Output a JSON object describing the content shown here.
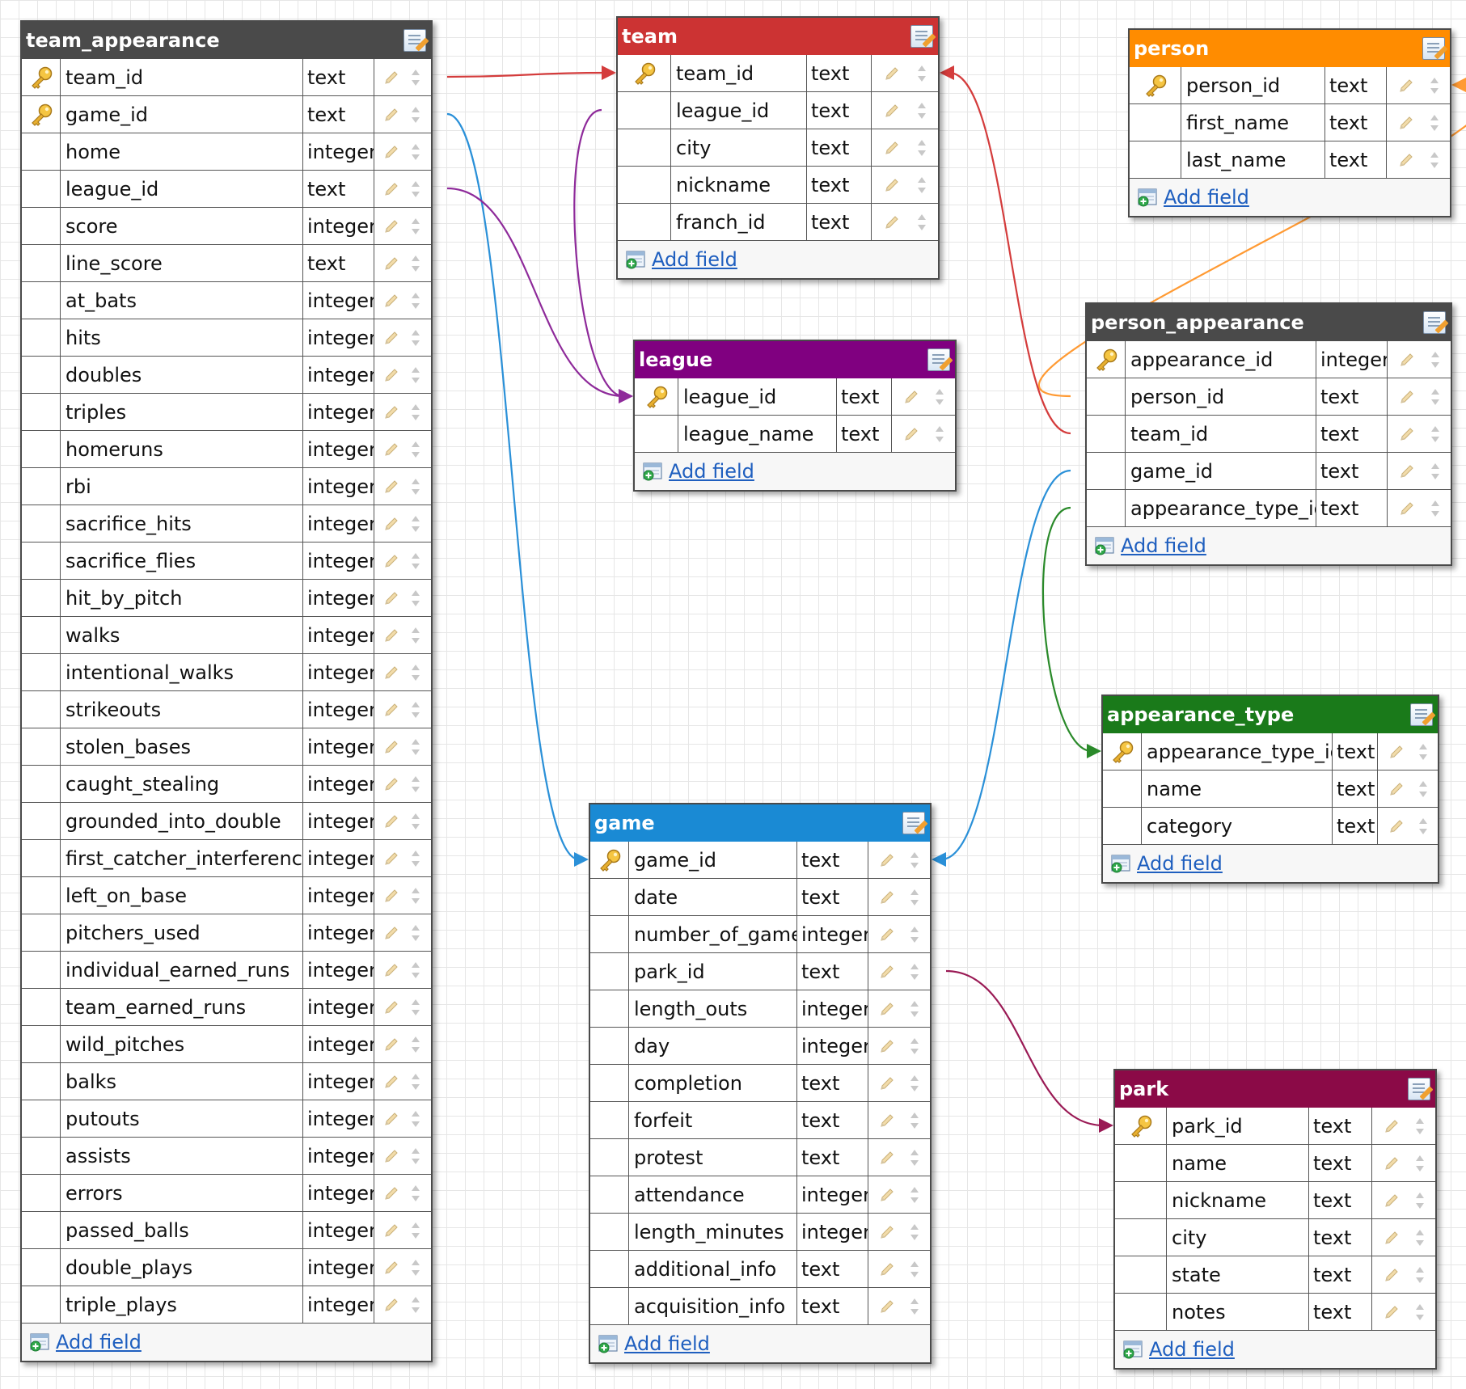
{
  "add_field_label": "Add field",
  "icons": {
    "table_edit": "edit-table-icon",
    "primary_key": "primary-key-icon",
    "field_edit": "pencil-icon",
    "field_order": "reorder-arrows-icon",
    "add_field": "add-field-icon"
  },
  "tables": [
    {
      "id": "team_appearance",
      "title": "team_appearance",
      "color": "#4a4a4a",
      "fields": [
        {
          "name": "team_id",
          "type": "text",
          "pk": true
        },
        {
          "name": "game_id",
          "type": "text",
          "pk": true
        },
        {
          "name": "home",
          "type": "integer"
        },
        {
          "name": "league_id",
          "type": "text"
        },
        {
          "name": "score",
          "type": "integer"
        },
        {
          "name": "line_score",
          "type": "text"
        },
        {
          "name": "at_bats",
          "type": "integer"
        },
        {
          "name": "hits",
          "type": "integer"
        },
        {
          "name": "doubles",
          "type": "integer"
        },
        {
          "name": "triples",
          "type": "integer"
        },
        {
          "name": "homeruns",
          "type": "integer"
        },
        {
          "name": "rbi",
          "type": "integer"
        },
        {
          "name": "sacrifice_hits",
          "type": "integer"
        },
        {
          "name": "sacrifice_flies",
          "type": "integer"
        },
        {
          "name": "hit_by_pitch",
          "type": "integer"
        },
        {
          "name": "walks",
          "type": "integer"
        },
        {
          "name": "intentional_walks",
          "type": "integer"
        },
        {
          "name": "strikeouts",
          "type": "integer"
        },
        {
          "name": "stolen_bases",
          "type": "integer"
        },
        {
          "name": "caught_stealing",
          "type": "integer"
        },
        {
          "name": "grounded_into_double",
          "type": "integer"
        },
        {
          "name": "first_catcher_interference",
          "type": "integer"
        },
        {
          "name": "left_on_base",
          "type": "integer"
        },
        {
          "name": "pitchers_used",
          "type": "integer"
        },
        {
          "name": "individual_earned_runs",
          "type": "integer"
        },
        {
          "name": "team_earned_runs",
          "type": "integer"
        },
        {
          "name": "wild_pitches",
          "type": "integer"
        },
        {
          "name": "balks",
          "type": "integer"
        },
        {
          "name": "putouts",
          "type": "integer"
        },
        {
          "name": "assists",
          "type": "integer"
        },
        {
          "name": "errors",
          "type": "integer"
        },
        {
          "name": "passed_balls",
          "type": "integer"
        },
        {
          "name": "double_plays",
          "type": "integer"
        },
        {
          "name": "triple_plays",
          "type": "integer"
        }
      ]
    },
    {
      "id": "team",
      "title": "team",
      "color": "#cc3333",
      "fields": [
        {
          "name": "team_id",
          "type": "text",
          "pk": true
        },
        {
          "name": "league_id",
          "type": "text"
        },
        {
          "name": "city",
          "type": "text"
        },
        {
          "name": "nickname",
          "type": "text"
        },
        {
          "name": "franch_id",
          "type": "text"
        }
      ]
    },
    {
      "id": "league",
      "title": "league",
      "color": "#800080",
      "fields": [
        {
          "name": "league_id",
          "type": "text",
          "pk": true
        },
        {
          "name": "league_name",
          "type": "text"
        }
      ]
    },
    {
      "id": "game",
      "title": "game",
      "color": "#1a8ad4",
      "fields": [
        {
          "name": "game_id",
          "type": "text",
          "pk": true
        },
        {
          "name": "date",
          "type": "text"
        },
        {
          "name": "number_of_game",
          "type": "integer"
        },
        {
          "name": "park_id",
          "type": "text"
        },
        {
          "name": "length_outs",
          "type": "integer"
        },
        {
          "name": "day",
          "type": "integer"
        },
        {
          "name": "completion",
          "type": "text"
        },
        {
          "name": "forfeit",
          "type": "text"
        },
        {
          "name": "protest",
          "type": "text"
        },
        {
          "name": "attendance",
          "type": "integer"
        },
        {
          "name": "length_minutes",
          "type": "integer"
        },
        {
          "name": "additional_info",
          "type": "text"
        },
        {
          "name": "acquisition_info",
          "type": "text"
        }
      ]
    },
    {
      "id": "person",
      "title": "person",
      "color": "#ff8c00",
      "fields": [
        {
          "name": "person_id",
          "type": "text",
          "pk": true
        },
        {
          "name": "first_name",
          "type": "text"
        },
        {
          "name": "last_name",
          "type": "text"
        }
      ]
    },
    {
      "id": "person_appearance",
      "title": "person_appearance",
      "color": "#4a4a4a",
      "fields": [
        {
          "name": "appearance_id",
          "type": "integer",
          "pk": true
        },
        {
          "name": "person_id",
          "type": "text"
        },
        {
          "name": "team_id",
          "type": "text"
        },
        {
          "name": "game_id",
          "type": "text"
        },
        {
          "name": "appearance_type_id",
          "type": "text"
        }
      ]
    },
    {
      "id": "appearance_type",
      "title": "appearance_type",
      "color": "#1a7a1a",
      "fields": [
        {
          "name": "appearance_type_id",
          "type": "text",
          "pk": true
        },
        {
          "name": "name",
          "type": "text"
        },
        {
          "name": "category",
          "type": "text"
        }
      ]
    },
    {
      "id": "park",
      "title": "park",
      "color": "#8b0a47",
      "fields": [
        {
          "name": "park_id",
          "type": "text",
          "pk": true
        },
        {
          "name": "name",
          "type": "text"
        },
        {
          "name": "nickname",
          "type": "text"
        },
        {
          "name": "city",
          "type": "text"
        },
        {
          "name": "state",
          "type": "text"
        },
        {
          "name": "notes",
          "type": "text"
        }
      ]
    }
  ],
  "relations": [
    {
      "from": "team_appearance.team_id",
      "to": "team.team_id",
      "color": "#d43c3c"
    },
    {
      "from": "team_appearance.game_id",
      "to": "game.game_id",
      "color": "#2a90d8"
    },
    {
      "from": "team_appearance.league_id",
      "to": "league.league_id",
      "color": "#8e2a9a"
    },
    {
      "from": "team.league_id",
      "to": "league.league_id",
      "color": "#8e2a9a"
    },
    {
      "from": "person_appearance.person_id",
      "to": "person.person_id",
      "color": "#ff9a33"
    },
    {
      "from": "person_appearance.team_id",
      "to": "team.team_id",
      "color": "#d43c3c"
    },
    {
      "from": "person_appearance.game_id",
      "to": "game.game_id",
      "color": "#2a90d8"
    },
    {
      "from": "person_appearance.appearance_type_id",
      "to": "appearance_type.appearance_type_id",
      "color": "#2a8a2a"
    },
    {
      "from": "game.park_id",
      "to": "park.park_id",
      "color": "#9a1a55"
    }
  ]
}
